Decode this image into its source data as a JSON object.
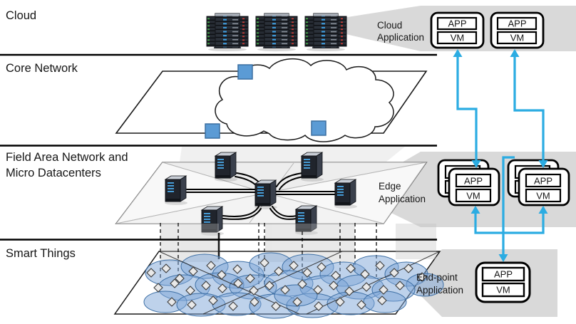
{
  "layers": {
    "cloud": {
      "label": "Cloud"
    },
    "core": {
      "label": "Core Network"
    },
    "fan": {
      "label1": "Field Area Network and",
      "label2": "Micro Datacenters"
    },
    "things": {
      "label": "Smart Things"
    }
  },
  "callouts": {
    "cloud": {
      "line1": "Cloud",
      "line2": "Application",
      "boxes": [
        {
          "app": "APP",
          "vm": "VM"
        },
        {
          "app": "APP",
          "vm": "VM"
        }
      ]
    },
    "edge": {
      "line1": "Edge",
      "line2": "Application",
      "boxes": [
        {
          "app": "APP",
          "vm": "VM"
        },
        {
          "app": "APP",
          "vm": "VM"
        }
      ]
    },
    "endpoint": {
      "line1": "End-point",
      "line2": "Application",
      "boxes": [
        {
          "app": "APP",
          "vm": "VM"
        }
      ]
    }
  },
  "colors": {
    "arrow": "#2BACE2",
    "panel": "#D9D9D9",
    "router": "#5B9BD5",
    "router_stroke": "#3B6FA0",
    "sensor_ellipse": "#7EA6D8",
    "sensor_stroke": "#3D6FA5"
  }
}
